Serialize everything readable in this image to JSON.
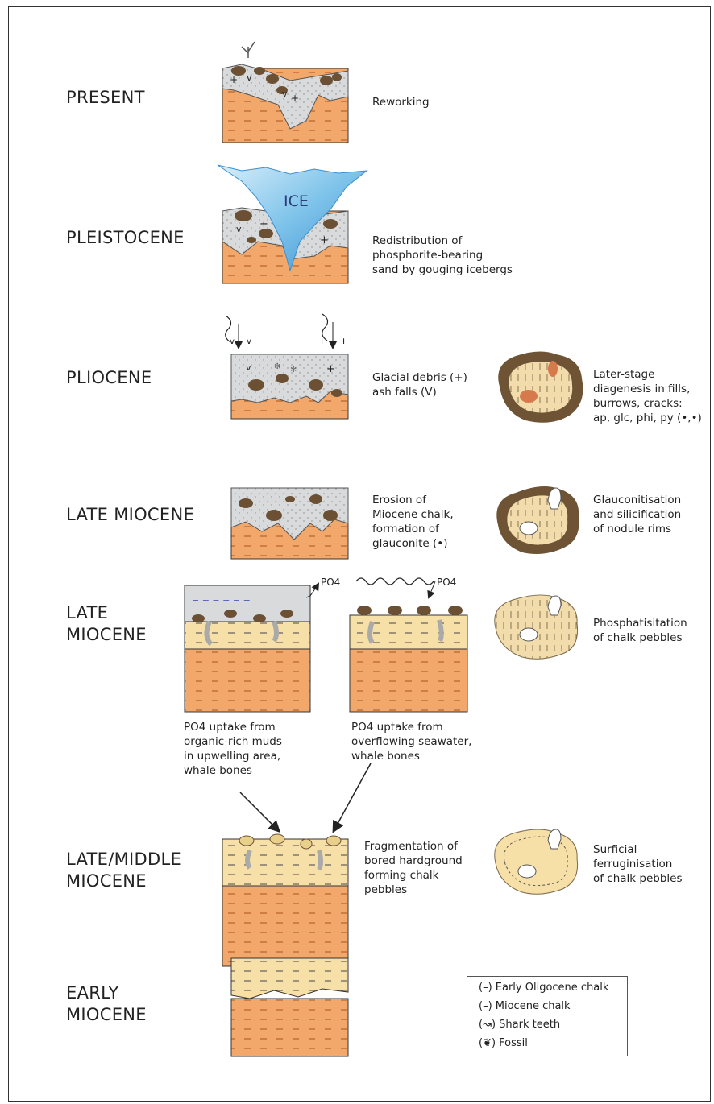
{
  "stages": {
    "present": "PRESENT",
    "pleistocene": "PLEISTOCENE",
    "pliocene": "PLIOCENE",
    "late_miocene_1": "LATE MIOCENE",
    "late_miocene_2": "LATE\nMIOCENE",
    "late_middle_miocene": "LATE/MIDDLE\nMIOCENE",
    "early_miocene": "EARLY\nMIOCENE"
  },
  "notes": {
    "present": "Reworking",
    "pleistocene": "Redistribution of\nphosphorite-bearing\nsand by gouging icebergs",
    "pliocene": "Glacial debris (+)\nash falls (V)",
    "pliocene_nodule": "Later-stage\ndiagenesis in fills,\nburrows, cracks:\nap, glc, phi, py (•,•)",
    "late_miocene_1": "Erosion of\nMiocene chalk,\nformation of\nglauconite (•)",
    "late_miocene_1_nodule": "Glauconitisation\nand silicification\nof nodule rims",
    "late_miocene_2_nodule": "Phosphatisitation\nof chalk pebbles",
    "po4_left": "PO4 uptake from\norganic-rich muds\nin upwelling area,\nwhale bones",
    "po4_right": "PO4 uptake from\noverflowing seawater,\nwhale bones",
    "late_middle": "Fragmentation of\nbored hardground\nforming chalk\npebbles",
    "late_middle_nodule": "Surficial\nferruginisation\nof chalk pebbles"
  },
  "labels": {
    "ice": "ICE",
    "po4": "PO4",
    "glacial_plus": "+",
    "ash_v": "v"
  },
  "legend": {
    "items": [
      "(–) Early Oligocene chalk",
      "(–) Miocene chalk",
      "(↝) Shark teeth",
      "(❦) Fossil"
    ]
  },
  "colors": {
    "orange_chalk": "#f3a86b",
    "cream_chalk": "#f7dfa8",
    "grey_sand": "#d9dadb",
    "ice": "#7ec3ea",
    "pebble": "#6b5033",
    "glauconite": "#3a8a8a"
  }
}
